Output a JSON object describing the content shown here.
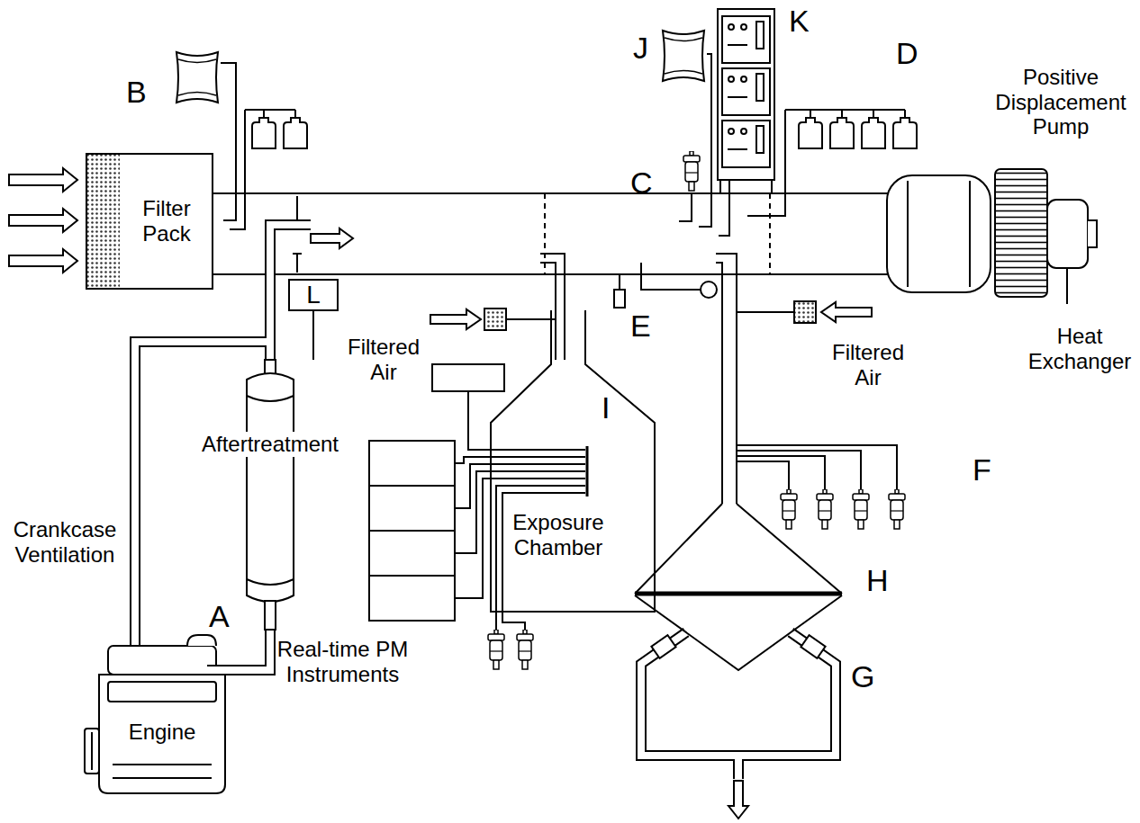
{
  "diagram": {
    "nodes": [
      {
        "text": [
          "Filter Pack"
        ]
      },
      {
        "text": [
          "L"
        ]
      },
      {
        "text": [
          "Aftertreatment"
        ]
      },
      {
        "text": [
          "Exposure Chamber"
        ]
      },
      {
        "text": [
          "Engine"
        ]
      }
    ],
    "edges": [
      {
        "from": 4,
        "to": 2,
        "arrow": "none"
      },
      {
        "from": 2,
        "to": 1,
        "arrow": "none"
      }
    ],
    "labels": [
      "B",
      "J",
      "K",
      "D",
      "Positive Displacement Pump",
      "C",
      "E",
      "Filtered Air",
      "Filtered Air",
      "Heat Exchanger",
      "I",
      "Crankcase Ventilation",
      "A",
      "Real-time PM Instruments",
      "F",
      "H",
      "G"
    ]
  }
}
